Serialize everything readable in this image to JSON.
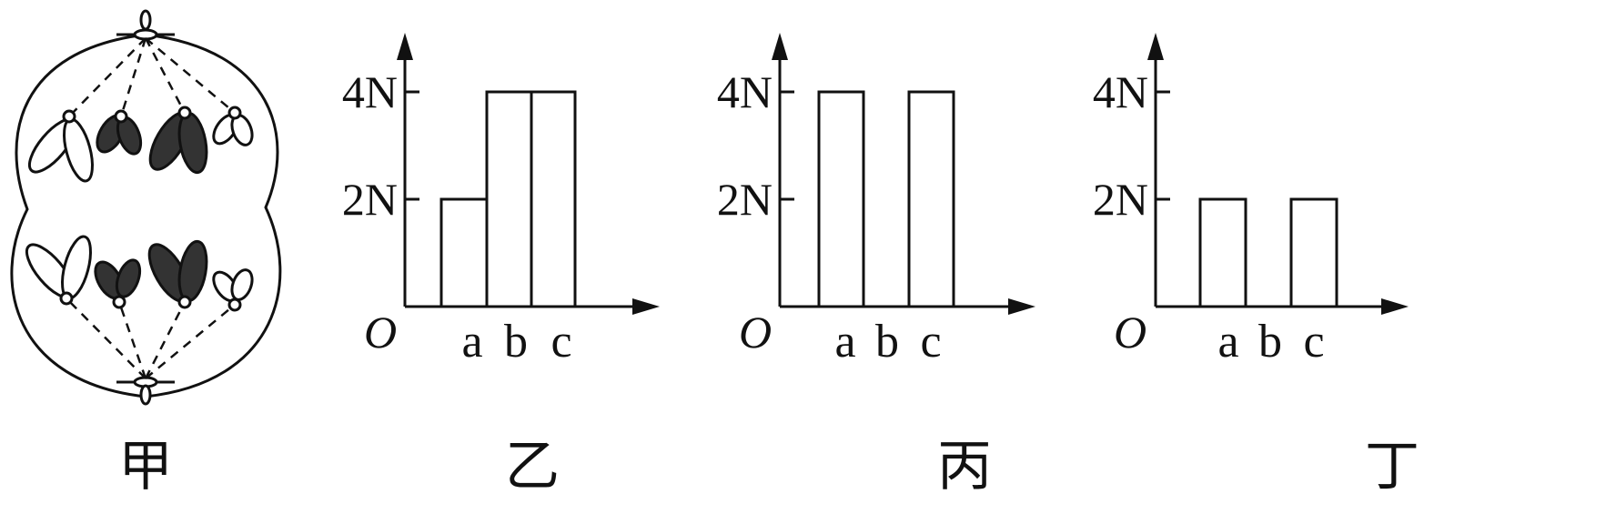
{
  "figure_labels": {
    "jia": "甲",
    "yi": "乙",
    "bing": "丙",
    "ding": "丁"
  },
  "chart_data": [
    {
      "type": "bar",
      "categories": [
        "a",
        "b",
        "c"
      ],
      "values": [
        2,
        4,
        4
      ],
      "y_tick_values": [
        2,
        4
      ],
      "y_tick_labels": [
        "2N",
        "4N"
      ],
      "origin_label": "O",
      "ylim": [
        0,
        5.2
      ],
      "grid": false
    },
    {
      "type": "bar",
      "categories": [
        "a",
        "b",
        "c"
      ],
      "values": [
        4,
        0,
        4
      ],
      "y_tick_values": [
        2,
        4
      ],
      "y_tick_labels": [
        "2N",
        "4N"
      ],
      "origin_label": "O",
      "ylim": [
        0,
        5.2
      ],
      "grid": false
    },
    {
      "type": "bar",
      "categories": [
        "a",
        "b",
        "c"
      ],
      "values": [
        2,
        0,
        2
      ],
      "y_tick_values": [
        2,
        4
      ],
      "y_tick_labels": [
        "2N",
        "4N"
      ],
      "origin_label": "O",
      "ylim": [
        0,
        5.2
      ],
      "grid": false
    }
  ]
}
